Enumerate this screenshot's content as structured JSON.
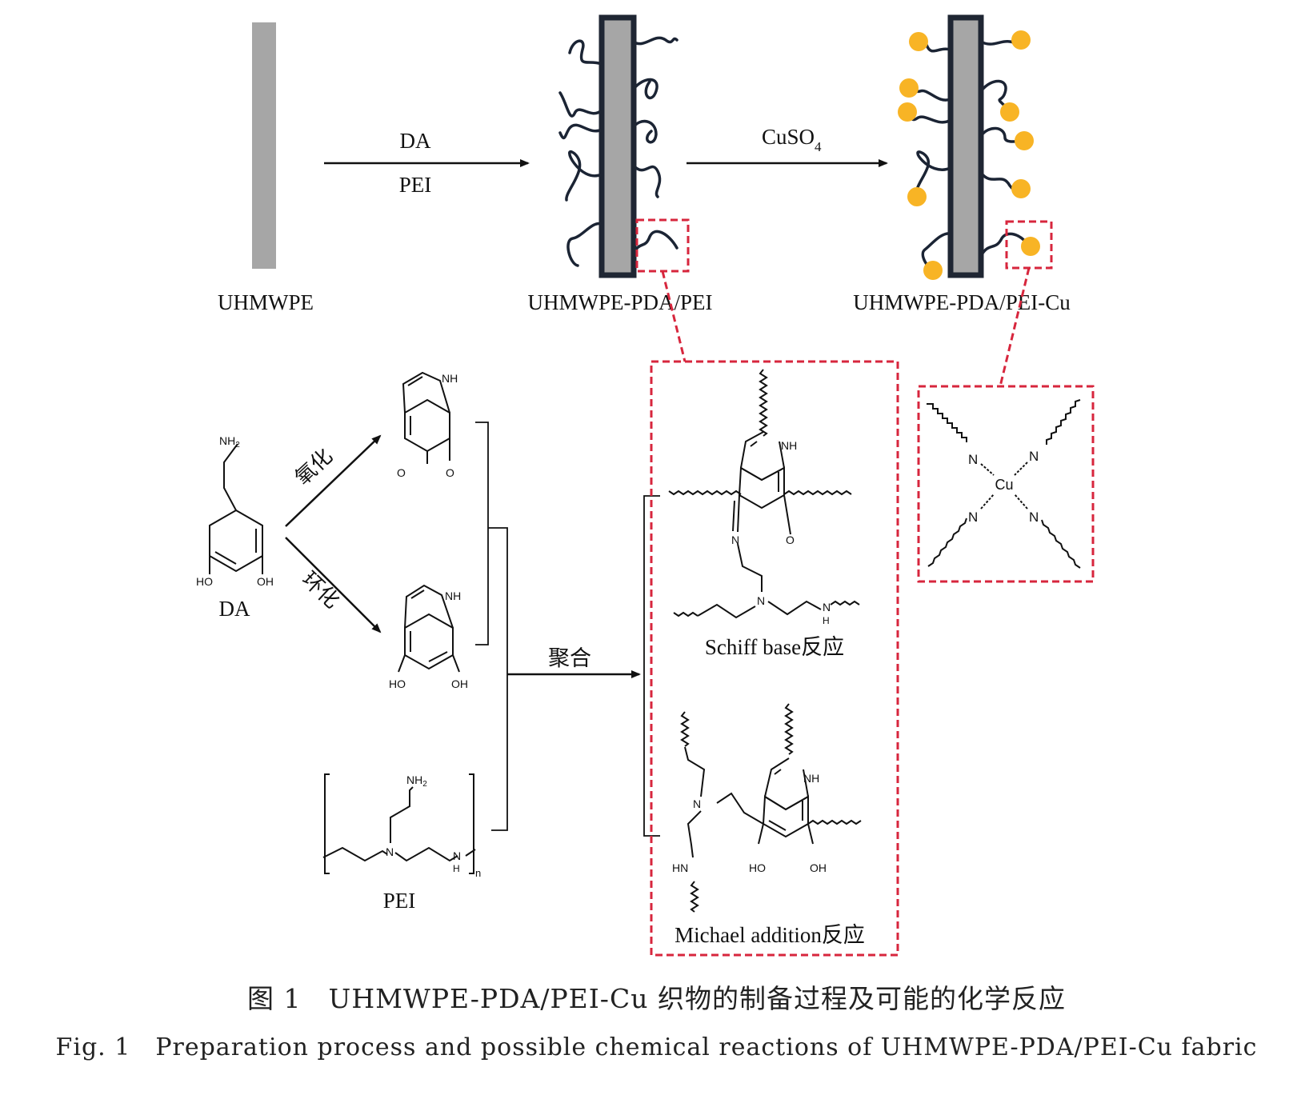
{
  "colors": {
    "fiber_gray": "#a6a6a6",
    "fiber_border": "#1f2633",
    "chain_blue": "#1b2434",
    "copper_dot": "#f8b425",
    "highlight_red": "#d7263d",
    "line_black": "#111111"
  },
  "stage1": {
    "label": "UHMWPE"
  },
  "arrow1": {
    "top_label": "DA",
    "bottom_label": "PEI"
  },
  "stage2": {
    "label": "UHMWPE-PDA/PEI"
  },
  "arrow2": {
    "top_label": "CuSO",
    "top_subscript": "4"
  },
  "stage3": {
    "label": "UHMWPE-PDA/PEI-Cu"
  },
  "da": {
    "label": "DA",
    "nh2": "NH",
    "nh2_sub": "2",
    "ho": "HO",
    "oh": "OH"
  },
  "oxidation": {
    "label": "氧化",
    "nh": "NH",
    "o_left": "O",
    "o_right": "O"
  },
  "cyclization": {
    "label": "环化",
    "nh": "NH",
    "ho": "HO",
    "oh": "OH"
  },
  "pei": {
    "label": "PEI",
    "nh2": "NH",
    "nh2_sub": "2",
    "n": "N",
    "nh_n": "N",
    "nh_h": "H",
    "repeat": "n"
  },
  "polymerize": {
    "label": "聚合"
  },
  "schiff": {
    "label": "Schiff base反应",
    "nh": "NH",
    "n_imine": "N",
    "o": "O",
    "n_amine": "N",
    "nh_n": "N",
    "nh_h": "H"
  },
  "michael": {
    "label": "Michael addition反应",
    "nh": "NH",
    "n": "N",
    "hn": "HN",
    "ho": "HO",
    "oh": "OH"
  },
  "copper_complex": {
    "cu": "Cu",
    "n_tl": "N",
    "n_tr": "N",
    "n_bl": "N",
    "n_br": "N"
  },
  "caption": {
    "zh": "图 1　UHMWPE-PDA/PEI-Cu 织物的制备过程及可能的化学反应",
    "en": "Fig. 1　Preparation process and possible chemical reactions of UHMWPE-PDA/PEI-Cu fabric"
  }
}
